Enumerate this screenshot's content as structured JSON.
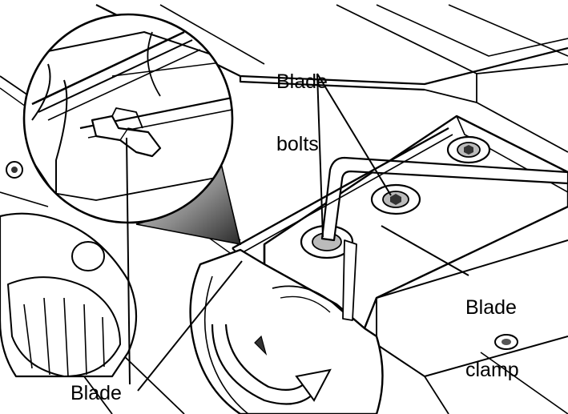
{
  "labels": {
    "blade_bolts_line1": "Blade",
    "blade_bolts_line2": "bolts",
    "blade_clamp_line1": "Blade",
    "blade_clamp_line2": "clamp",
    "blade": "Blade"
  },
  "colors": {
    "ink": "#000000",
    "paper": "#ffffff",
    "shade_dark": "#3a3a3a",
    "shade_light": "#dcdcdc"
  },
  "icons": {
    "bolt": "hex-socket-bolt",
    "wrench": "hex-key-wrench",
    "direction_arrow": "triangle-arrow"
  }
}
